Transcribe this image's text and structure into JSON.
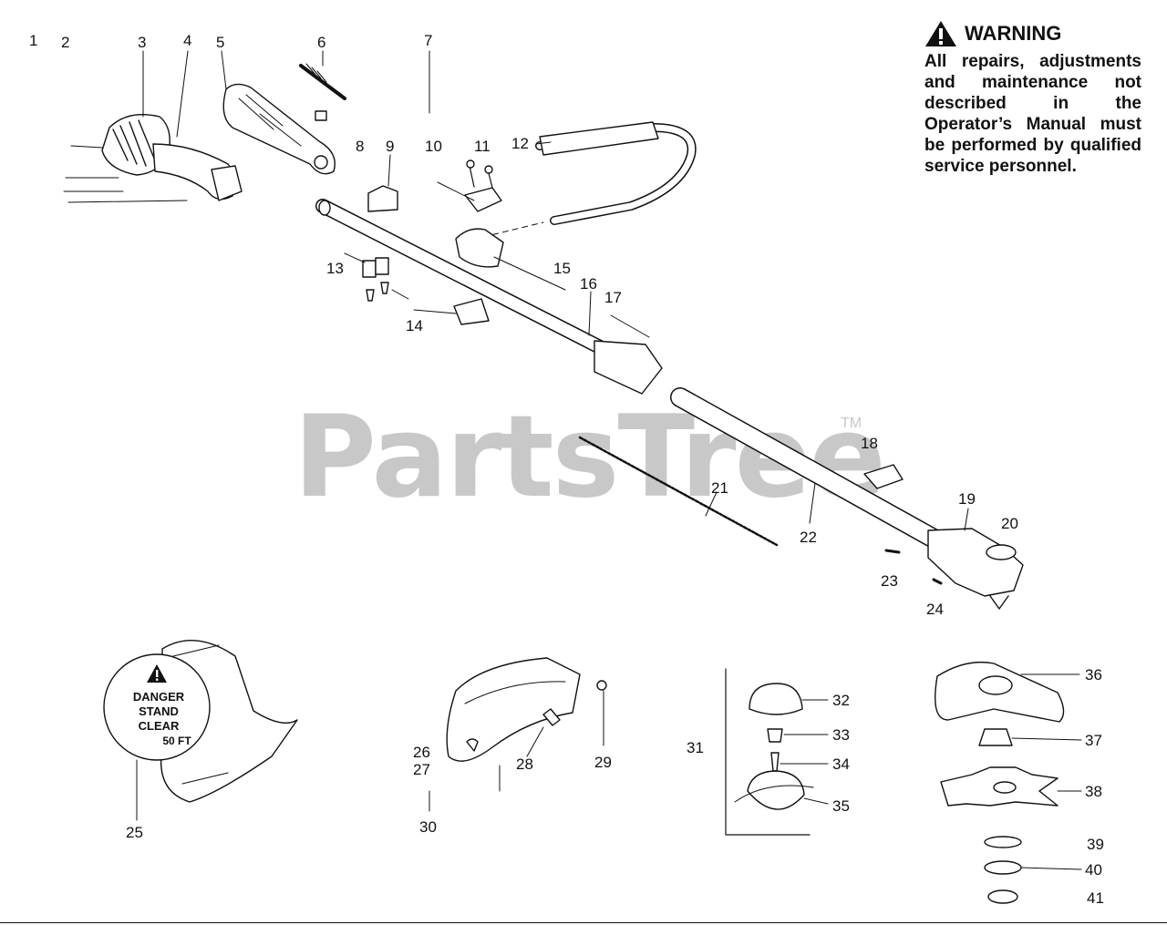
{
  "watermark": {
    "text": "PartsTree",
    "tm": "TM"
  },
  "warning": {
    "title": "WARNING",
    "icon": "warning-triangle-icon",
    "text": "All repairs, adjustments and maintenance not described in the Operator’s Manual must be performed by qualified service personnel."
  },
  "decal": {
    "icon": "warning-triangle-icon",
    "lines": [
      "DANGER",
      "STAND",
      "CLEAR",
      "50 FT"
    ]
  },
  "callouts": [
    "1",
    "2",
    "3",
    "4",
    "5",
    "6",
    "7",
    "8",
    "9",
    "10",
    "11",
    "12",
    "13",
    "14",
    "15",
    "16",
    "17",
    "18",
    "19",
    "20",
    "21",
    "22",
    "23",
    "24",
    "25",
    "26",
    "27",
    "28",
    "29",
    "30",
    "31",
    "32",
    "33",
    "34",
    "35",
    "36",
    "37",
    "38",
    "39",
    "40",
    "41"
  ]
}
